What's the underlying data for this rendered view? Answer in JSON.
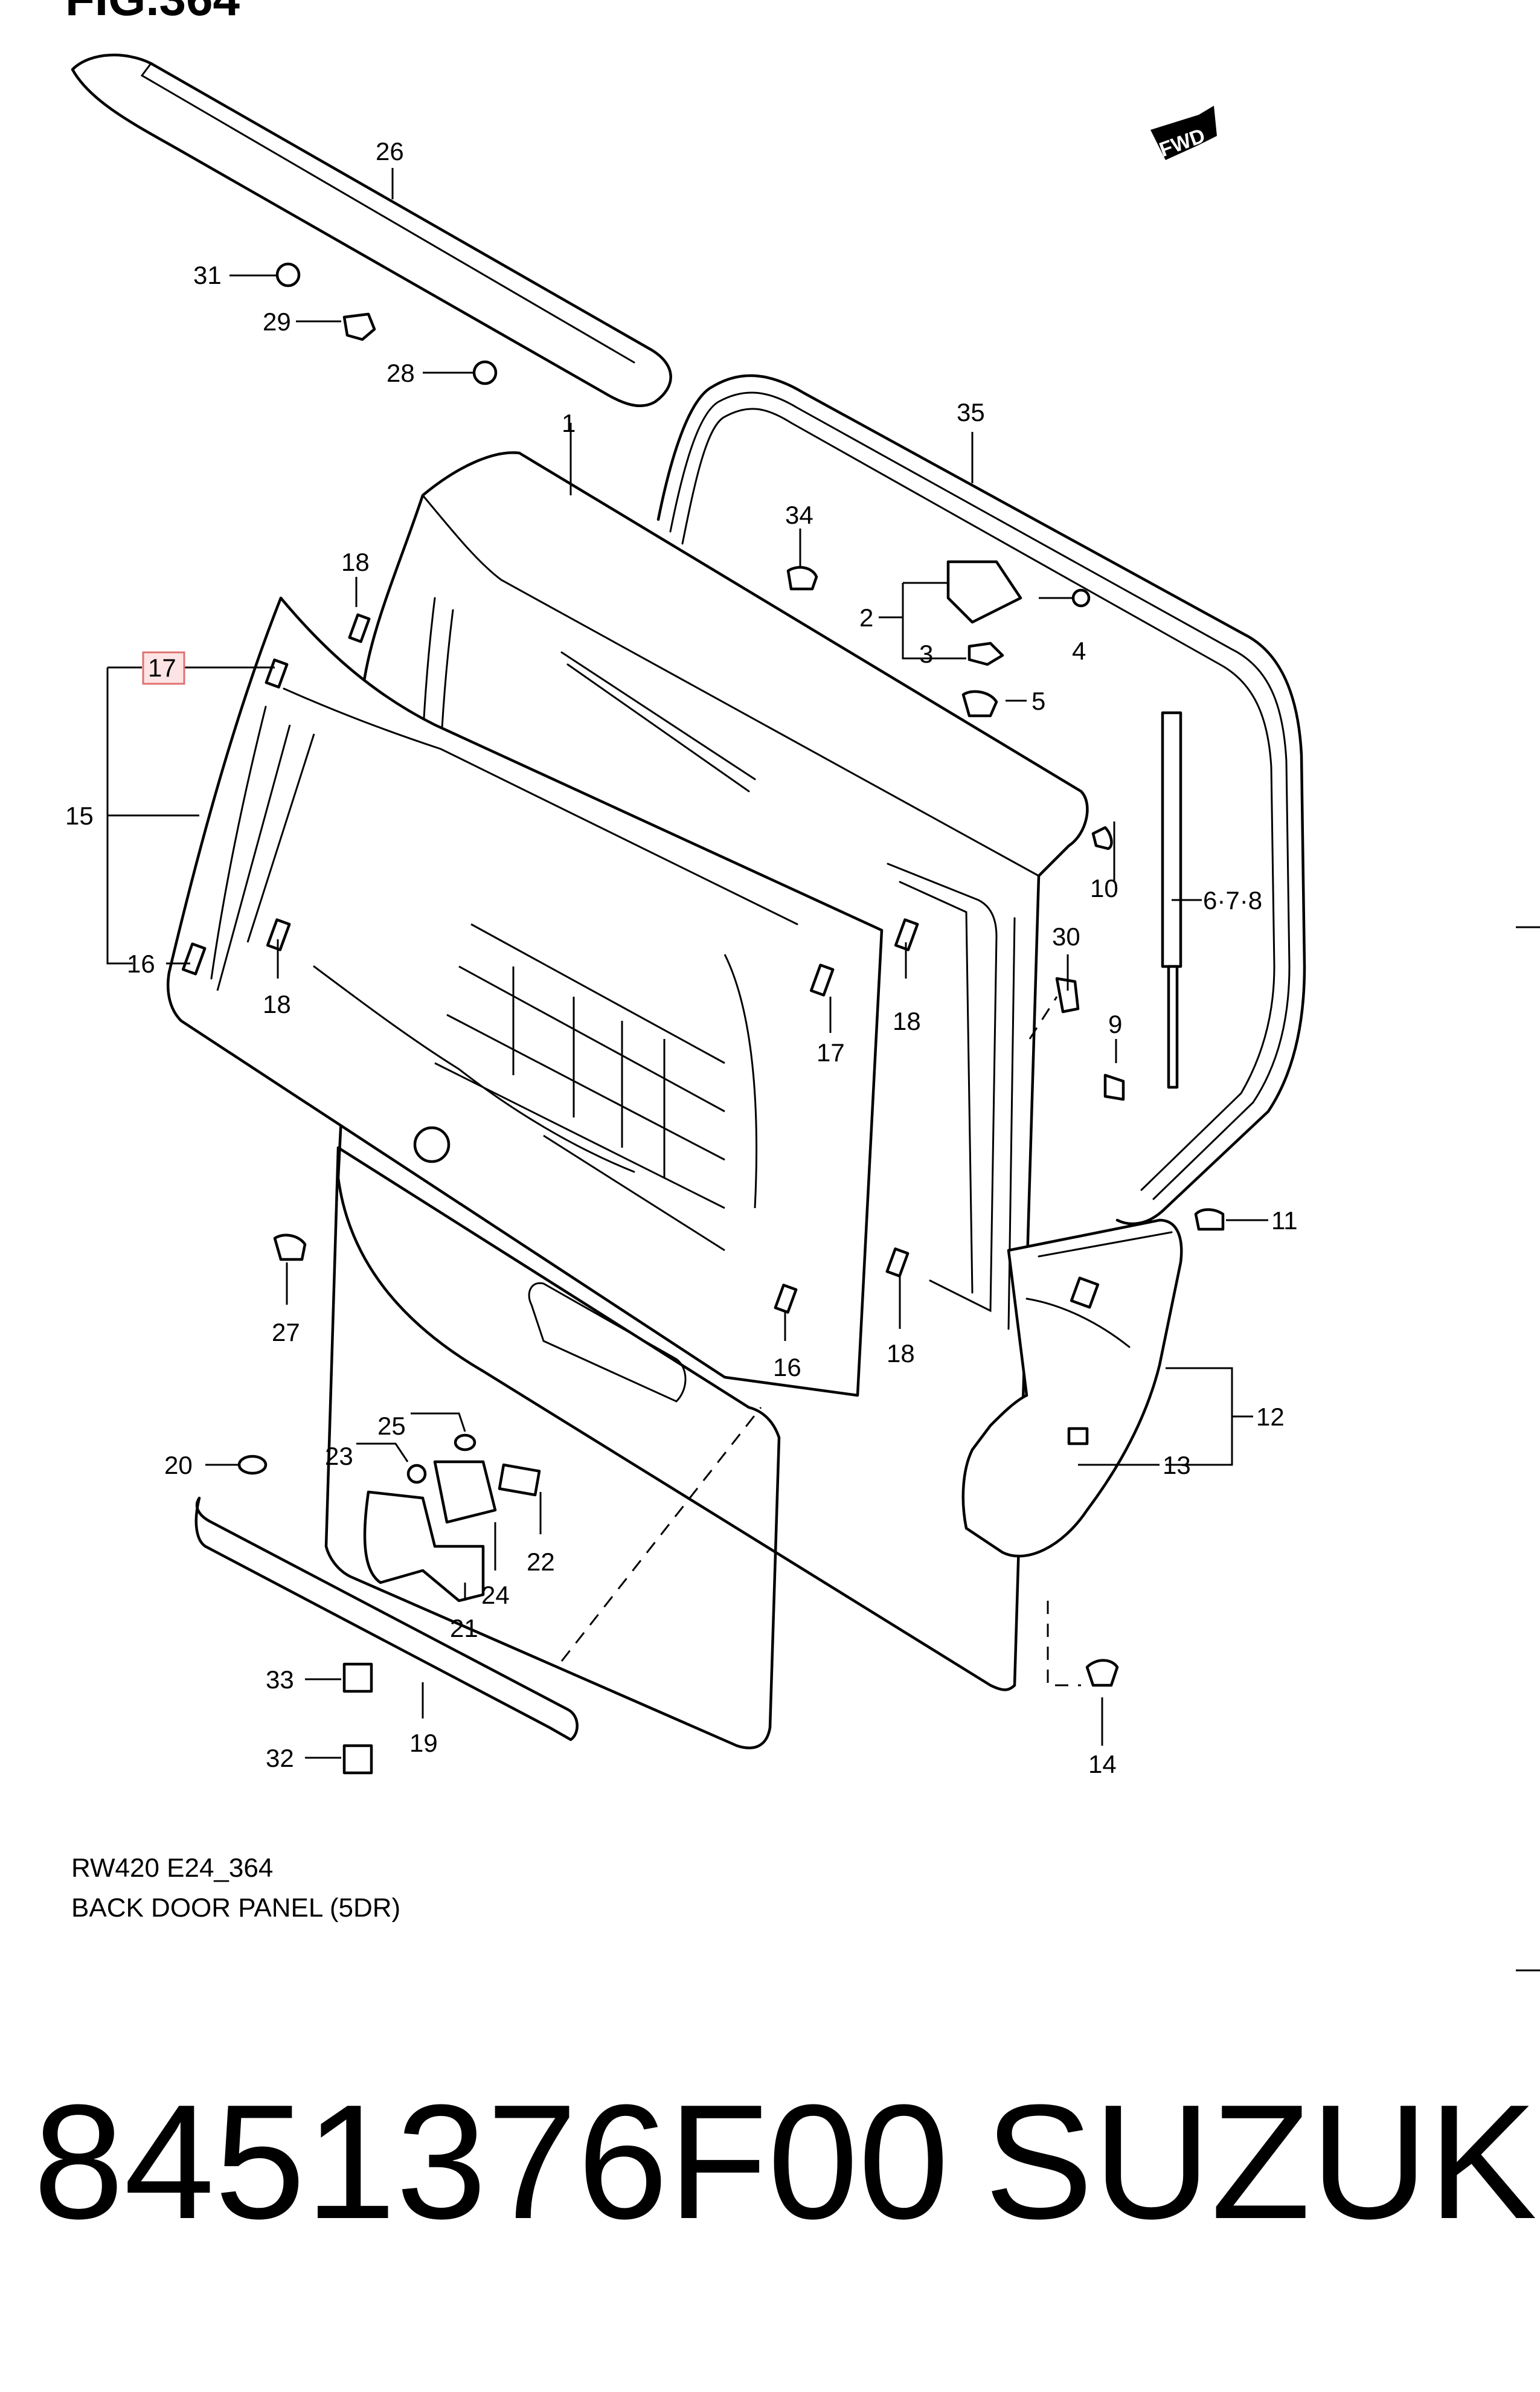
{
  "figure": {
    "title": "FIG.364"
  },
  "fwd_label": "FWD",
  "caption": {
    "code": "RW420 E24_364",
    "name": "BACK DOOR PANEL (5DR)"
  },
  "highlight": {
    "label": "17",
    "color": "#e07070"
  },
  "callouts": {
    "c1": "1",
    "c2": "2",
    "c3": "3",
    "c4": "4",
    "c5": "5",
    "c678": "6·7·8",
    "c9": "9",
    "c10": "10",
    "c11": "11",
    "c12": "12",
    "c13": "13",
    "c14": "14",
    "c15": "15",
    "c16a": "16",
    "c16b": "16",
    "c17b": "17",
    "c18a": "18",
    "c18b": "18",
    "c18c": "18",
    "c18d": "18",
    "c19": "19",
    "c20": "20",
    "c21": "21",
    "c22": "22",
    "c23": "23",
    "c24": "24",
    "c25": "25",
    "c26": "26",
    "c27": "27",
    "c28": "28",
    "c29": "29",
    "c30": "30",
    "c31": "31",
    "c32": "32",
    "c33": "33",
    "c34": "34",
    "c35": "35"
  },
  "footer": {
    "part_number": "8451376F00",
    "brand": "SUZUKI"
  }
}
